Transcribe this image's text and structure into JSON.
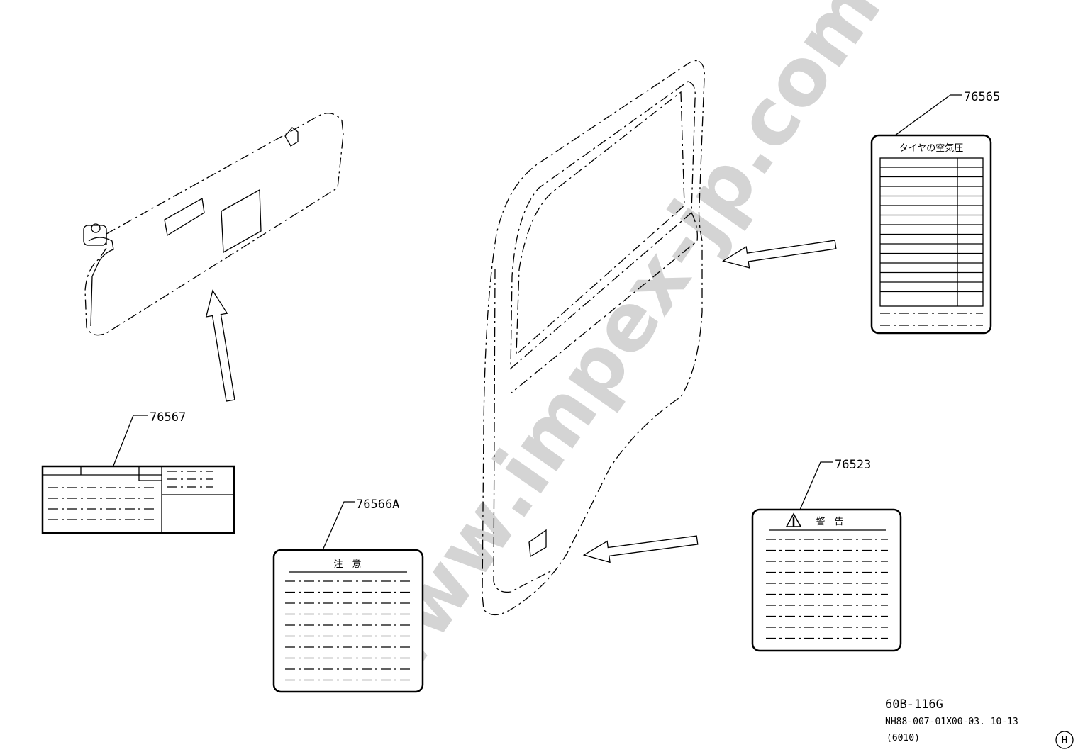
{
  "watermark": "www.impex-jp.com",
  "parts": {
    "label_76567": {
      "number": "76567"
    },
    "label_76566A": {
      "number": "76566A",
      "title": "注　意"
    },
    "label_76565": {
      "number": "76565",
      "title": "タイヤの空気圧"
    },
    "label_76523": {
      "number": "76523",
      "title": "警　告"
    }
  },
  "footer": {
    "diagram_code": "60B-116G",
    "reference": "NH88-007-01X00-03. 10-13",
    "sub_code": "(6010)",
    "marker": "H"
  }
}
